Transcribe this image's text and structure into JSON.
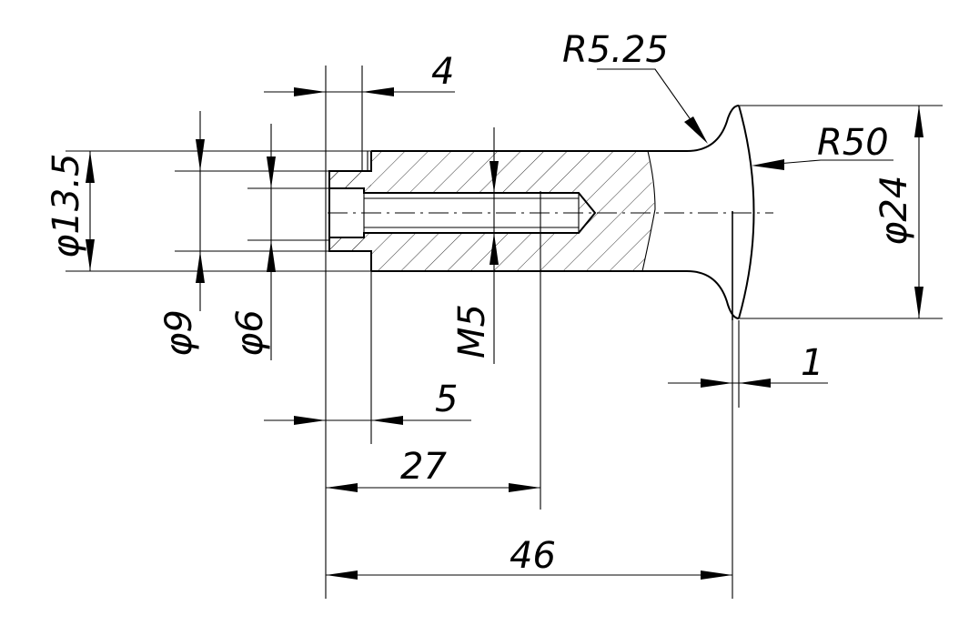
{
  "drawing": {
    "dimensions": {
      "len_4": "4",
      "r_5_25": "R5.25",
      "r_50": "R50",
      "dia_13_5": "φ13.5",
      "dia_24": "φ24",
      "dia_9": "φ9",
      "dia_6": "φ6",
      "m5": "M5",
      "len_1": "1",
      "len_5": "5",
      "len_27": "27",
      "len_46": "46"
    }
  }
}
